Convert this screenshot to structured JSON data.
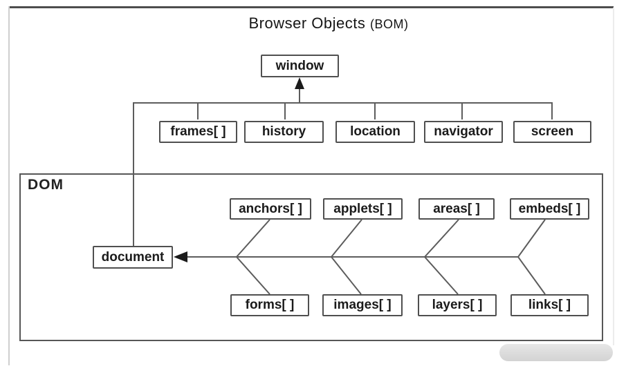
{
  "title": {
    "main": "Browser Objects",
    "suffix": "(BOM)"
  },
  "bom": {
    "root": {
      "label": "window"
    },
    "children": [
      {
        "label": "frames[ ]"
      },
      {
        "label": "history"
      },
      {
        "label": "location"
      },
      {
        "label": "navigator"
      },
      {
        "label": "screen"
      }
    ]
  },
  "dom": {
    "label": "DOM",
    "root": {
      "label": "document"
    },
    "collections_top": [
      {
        "label": "anchors[ ]"
      },
      {
        "label": "applets[ ]"
      },
      {
        "label": "areas[ ]"
      },
      {
        "label": "embeds[ ]"
      }
    ],
    "collections_bottom": [
      {
        "label": "forms[ ]"
      },
      {
        "label": "images[ ]"
      },
      {
        "label": "layers[ ]"
      },
      {
        "label": "links[ ]"
      }
    ]
  },
  "colors": {
    "line": "#5c5c5c",
    "box_border": "#4f4f4f",
    "text": "#1b1b1b",
    "page_border_top": "#4d4d4d",
    "page_border_left": "#cfcfcf",
    "watermark": "#d9d9d9"
  }
}
